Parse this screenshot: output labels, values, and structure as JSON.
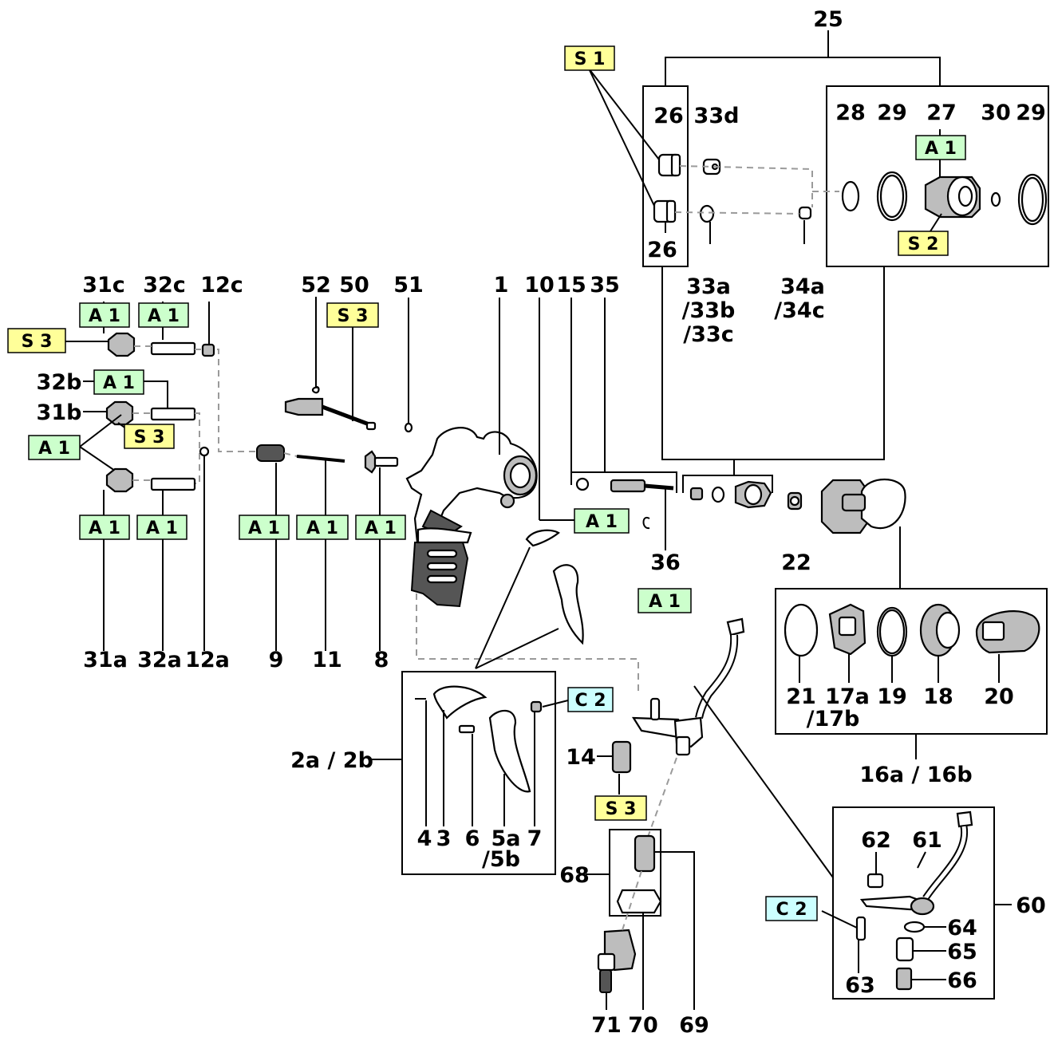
{
  "labels": {
    "l25": "25",
    "l26a": "26",
    "l26b": "26",
    "l33d": "33d",
    "l28": "28",
    "l29a": "29",
    "l27": "27",
    "l30": "30",
    "l29b": "29",
    "l33a": "33a",
    "l33b": "/33b",
    "l33c": "/33c",
    "l34a": "34a",
    "l34c": "/34c",
    "l31c": "31c",
    "l32c": "32c",
    "l12c": "12c",
    "l52": "52",
    "l50": "50",
    "l51": "51",
    "l1": "1",
    "l10": "10",
    "l15": "15",
    "l35": "35",
    "l32b": "32b",
    "l31b": "31b",
    "l36": "36",
    "l22": "22",
    "l31a": "31a",
    "l32a": "32a",
    "l12a": "12a",
    "l9": "9",
    "l11": "11",
    "l8": "8",
    "l21": "21",
    "l17a": "17a",
    "l17b": "/17b",
    "l19": "19",
    "l18": "18",
    "l20": "20",
    "l16": "16a / 16b",
    "l2": "2a / 2b",
    "l14": "14",
    "l4": "4",
    "l3": "3",
    "l6": "6",
    "l5a": "5a",
    "l5b": "/5b",
    "l7": "7",
    "l68": "68",
    "l62": "62",
    "l61": "61",
    "l60": "60",
    "l64": "64",
    "l65": "65",
    "l66": "66",
    "l63": "63",
    "l71": "71",
    "l70": "70",
    "l69": "69"
  },
  "badges": {
    "b_s1": "S 1",
    "b_a1_27": "A 1",
    "b_s2": "S 2",
    "b_a1_31c": "A 1",
    "b_a1_32c": "A 1",
    "b_s3_31c": "S 3",
    "b_s3_50": "S 3",
    "b_a1_32b": "A 1",
    "b_s3_31b": "S 3",
    "b_a1_left": "A 1",
    "b_a1_31a": "A 1",
    "b_a1_32a": "A 1",
    "b_a1_9": "A 1",
    "b_a1_11": "A 1",
    "b_a1_8": "A 1",
    "b_a1_10": "A 1",
    "b_a1_36": "A 1",
    "b_c2_7": "C 2",
    "b_s3_14": "S 3",
    "b_c2_63": "C 2"
  },
  "colors": {
    "badge_yellow": "#ffff99",
    "badge_green": "#ccffcc",
    "badge_cyan": "#ccffff"
  }
}
